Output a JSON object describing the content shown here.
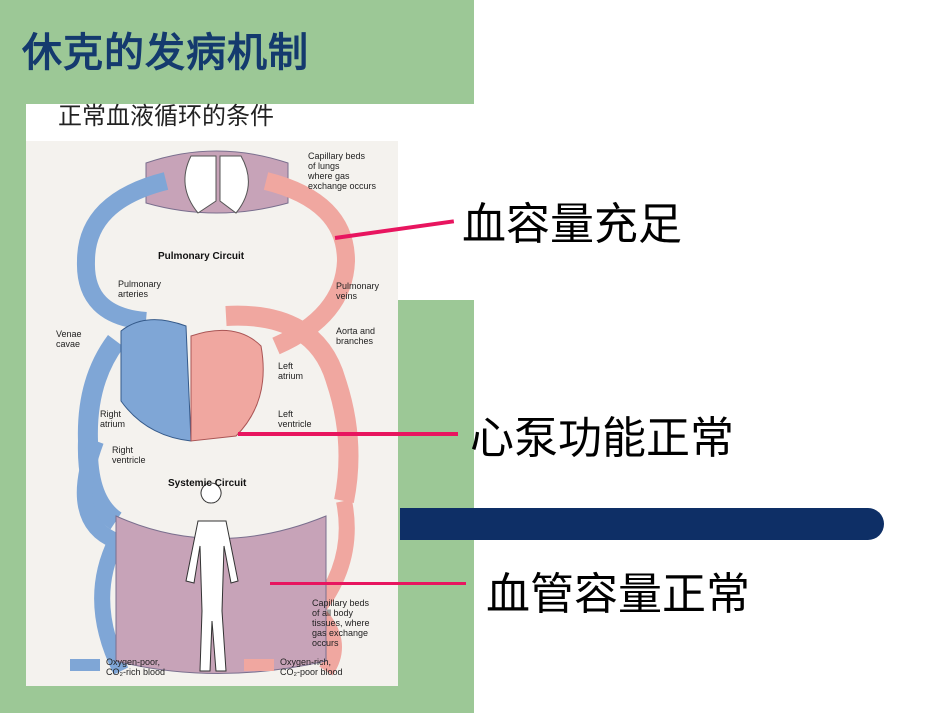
{
  "title": "休克的发病机制",
  "subtitle": "正常血液循环的条件",
  "conditions": {
    "blood_volume": "血容量充足",
    "heart_pump": "心泵功能正常",
    "vascular_capacity": "血管容量正常"
  },
  "diagram": {
    "capillary_lungs": [
      "Capillary beds",
      "of lungs",
      "where gas",
      "exchange occurs"
    ],
    "pulmonary_circuit": "Pulmonary Circuit",
    "pulmonary_arteries": [
      "Pulmonary",
      "arteries"
    ],
    "pulmonary_veins": [
      "Pulmonary",
      "veins"
    ],
    "venae_cavae": [
      "Venae",
      "cavae"
    ],
    "aorta": [
      "Aorta and",
      "branches"
    ],
    "left_atrium": [
      "Left",
      "atrium"
    ],
    "left_ventricle": [
      "Left",
      "ventricle"
    ],
    "right_atrium": [
      "Right",
      "atrium"
    ],
    "right_ventricle": [
      "Right",
      "ventricle"
    ],
    "systemic_circuit": "Systemic Circuit",
    "capillary_body": [
      "Capillary beds",
      "of all body",
      "tissues, where",
      "gas exchange",
      "occurs"
    ],
    "legend_poor": [
      "Oxygen-poor,",
      "CO₂-rich blood"
    ],
    "legend_rich": [
      "Oxygen-rich,",
      "CO₂-poor blood"
    ]
  },
  "colors": {
    "green_panel": "#9cc896",
    "title": "#143a6e",
    "pink_line": "#e8155f",
    "navy_bar": "#0e2f66",
    "oxygen_poor": "#7fa6d6",
    "oxygen_rich": "#f0a7a0"
  }
}
